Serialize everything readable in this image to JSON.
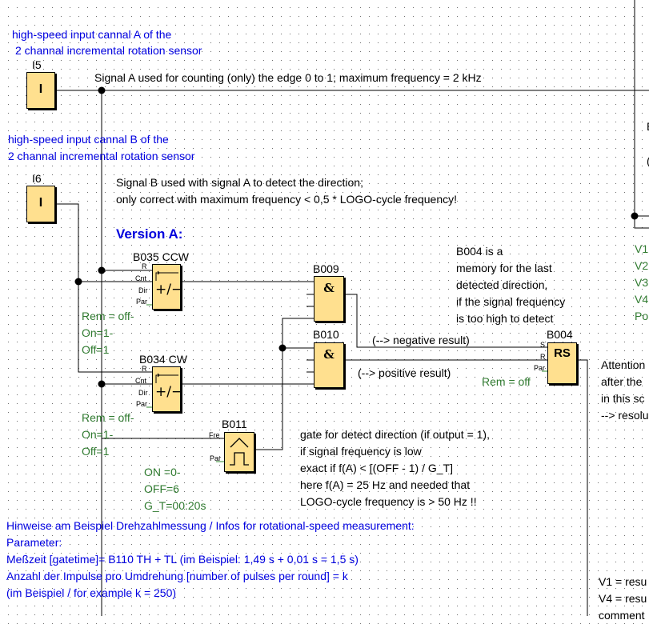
{
  "notes": {
    "channel_a": [
      "high-speed input cannal A of the",
      "2 channal incremental rotation sensor"
    ],
    "channel_b": [
      "high-speed input cannal B of the",
      "2 channal incremental rotation sensor"
    ],
    "signal_a": "Signal A used for counting (only) the edge 0 to 1; maximum frequency = 2 kHz",
    "signal_b": [
      "Signal B used with signal A to detect the direction;",
      "only correct with maximum frequency < 0,5 * LOGO-cycle frequency!"
    ],
    "version": "Version A:",
    "b004_note": [
      "B004 is a",
      "memory for the last",
      "detected direction,",
      "if the signal frequency",
      "is too high to detect"
    ],
    "negative": "(--> negative result)",
    "positive": "(--> positive result)",
    "gate_note": [
      "gate for detect direction (if output = 1),",
      "if signal frequency is low",
      "exact if f(A) < [(OFF - 1) / G_T]",
      "here f(A) = 25 Hz and needed that",
      "LOGO-cycle frequency is > 50 Hz !!"
    ],
    "hints": [
      "Hinweise am Beispiel Drehzahlmessung / Infos for rotational-speed measurement:",
      "Parameter:",
      "Meßzeit [gatetime]= B110 TH + TL (im Beispiel: 1,49 s + 0,01 s = 1,5 s)",
      "Anzahl der Impulse pro Umdrehung [number of pulses per round] = k",
      "(im Beispiel / for example k = 250)"
    ],
    "attention": [
      "Attention",
      "after the",
      "in this sc",
      "--> resolu"
    ],
    "right_v": [
      "V1",
      "V2",
      "V3",
      "V4",
      "Po"
    ],
    "right_bottom": [
      "V1 = resu",
      "V4 = resu",
      "comment"
    ],
    "right_top_glyphs": [
      "E",
      "'",
      "(",
      "'"
    ]
  },
  "blocks": {
    "i5": {
      "name": "I5",
      "symbol": "I"
    },
    "i6": {
      "name": "I6",
      "symbol": "I"
    },
    "b035": {
      "name": "B035 CCW",
      "pins": [
        "R",
        "Cnt",
        "Dir",
        "Par"
      ],
      "params": [
        "Rem = off-",
        "On=1-",
        "Off=1"
      ]
    },
    "b034": {
      "name": "B034 CW",
      "pins": [
        "R",
        "Cnt",
        "Dir",
        "Par"
      ],
      "params": [
        "Rem = off-",
        "On=1-",
        "Off=1"
      ]
    },
    "b009": {
      "name": "B009",
      "symbol": "&"
    },
    "b010": {
      "name": "B010",
      "symbol": "&"
    },
    "b011": {
      "name": "B011",
      "pins": [
        "Fre",
        "Par"
      ],
      "params": [
        "ON =0-",
        "OFF=6",
        "G_T=00:20s"
      ]
    },
    "b004": {
      "name": "B004",
      "symbol": "RS",
      "pins": [
        "S",
        "R",
        "Par"
      ],
      "params": [
        "Rem = off"
      ]
    }
  }
}
